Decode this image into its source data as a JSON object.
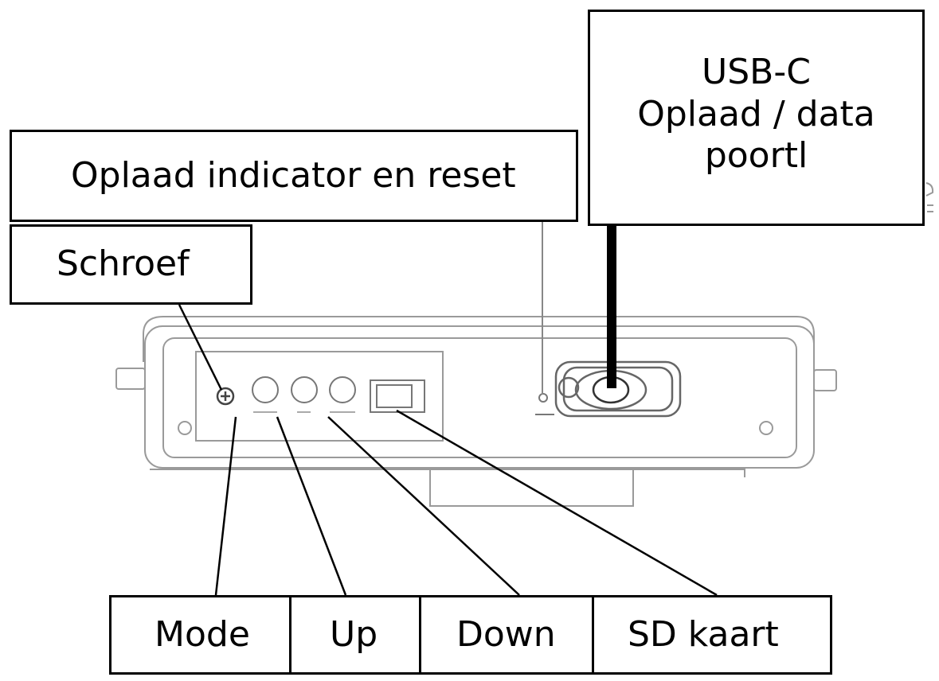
{
  "labels": {
    "oplaad": "Oplaad indicator en reset",
    "schroef": "Schroef",
    "usbc_line1": "USB-C",
    "usbc_line2": "Oplaad / data",
    "usbc_line3": "poortl",
    "mode": "Mode",
    "up": "Up",
    "down": "Down",
    "sd": "SD kaart"
  },
  "colors": {
    "ink": "#000000",
    "sketch": "#9a9a9a",
    "background": "#ffffff"
  }
}
